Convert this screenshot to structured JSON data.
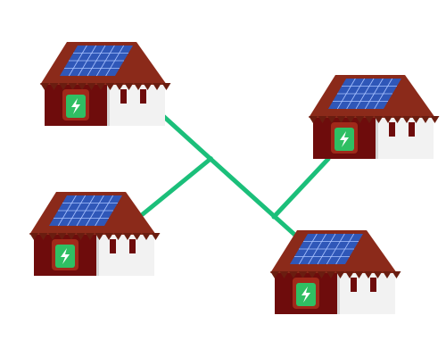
{
  "colors": {
    "background": "#ffffff",
    "grid_line": "#1bbf7a",
    "wall_dark": "#6e0c0c",
    "wall_light": "#f2f2f2",
    "wall_light_shadow": "#d6d6d6",
    "roof": "#8b2a1a",
    "roof_fringe": "#6a1d10",
    "solar_panel": "#2f57b8",
    "solar_panel_line": "#a9c2ff",
    "battery_green": "#2fbf63",
    "battery_frame": "#a0291a",
    "window_dark": "#6e0c0c"
  },
  "icons": {
    "battery": "battery-charging-icon",
    "solar": "solar-panel-icon"
  },
  "houses": [
    {
      "name": "house-top-left"
    },
    {
      "name": "house-middle-left"
    },
    {
      "name": "house-top-right"
    },
    {
      "name": "house-bottom-right"
    }
  ]
}
